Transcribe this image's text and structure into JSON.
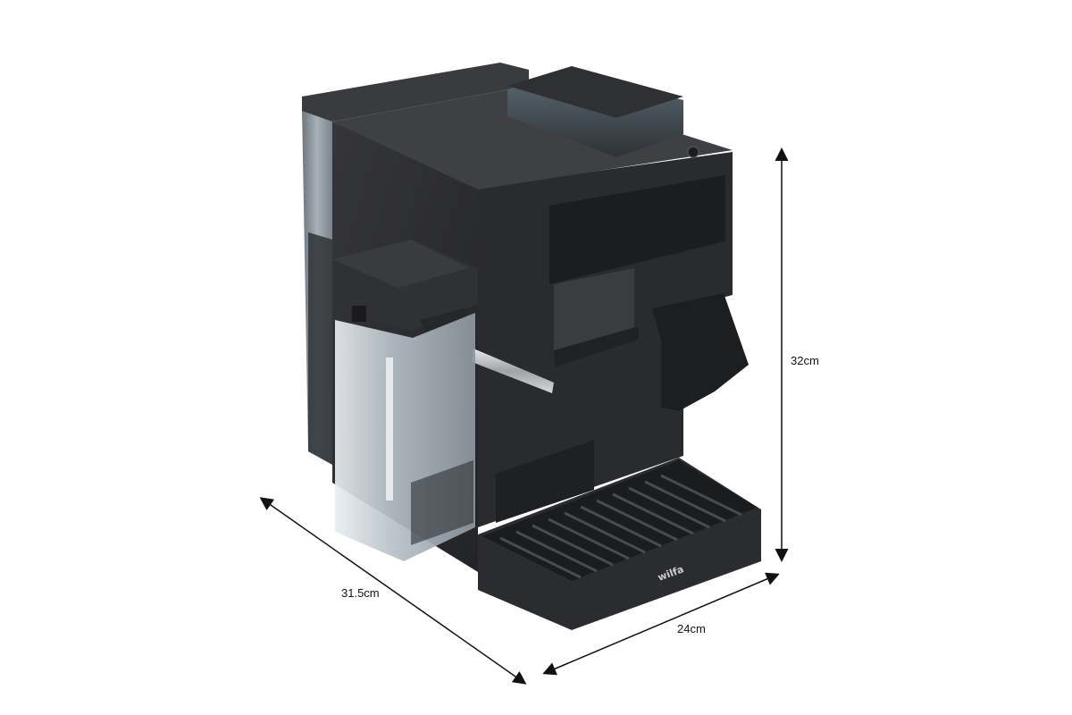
{
  "dimensions": {
    "height": "32cm",
    "width": "24cm",
    "depth": "31.5cm"
  },
  "product": {
    "brand": "wilfa"
  },
  "colors": {
    "body": "#2b2c2e",
    "body_dark": "#1e1f21",
    "water_tank": "#8a949c",
    "milk_jug": "#c9d2d8",
    "steel": "#b9bcbf",
    "arrow": "#111111"
  }
}
